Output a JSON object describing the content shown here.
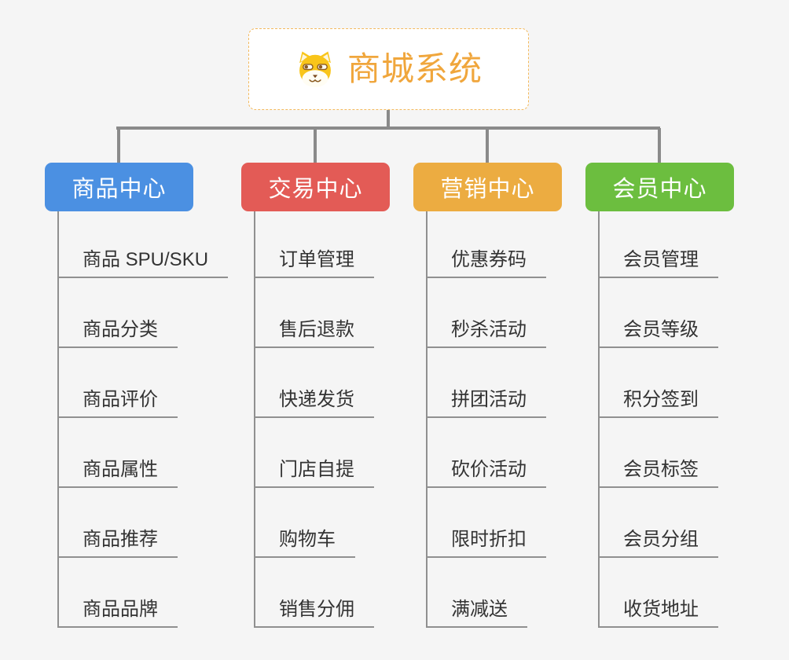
{
  "root": {
    "title": "商城系统",
    "icon": "dog-face-icon"
  },
  "branches": [
    {
      "label": "商品中心",
      "color": "#4b90e2",
      "items": [
        "商品 SPU/SKU",
        "商品分类",
        "商品评价",
        "商品属性",
        "商品推荐",
        "商品品牌"
      ]
    },
    {
      "label": "交易中心",
      "color": "#e35b56",
      "items": [
        "订单管理",
        "售后退款",
        "快递发货",
        "门店自提",
        "购物车",
        "销售分佣"
      ]
    },
    {
      "label": "营销中心",
      "color": "#ecac41",
      "items": [
        "优惠券码",
        "秒杀活动",
        "拼团活动",
        "砍价活动",
        "限时折扣",
        "满减送"
      ]
    },
    {
      "label": "会员中心",
      "color": "#6cbe3f",
      "items": [
        "会员管理",
        "会员等级",
        "积分签到",
        "会员标签",
        "会员分组",
        "收货地址"
      ]
    }
  ],
  "style": {
    "background": "#f5f5f5",
    "connector_color": "#8a8a8a",
    "underline_color": "#909090",
    "root_accent": "#f0a63c",
    "root_border": "#f3b95d"
  }
}
